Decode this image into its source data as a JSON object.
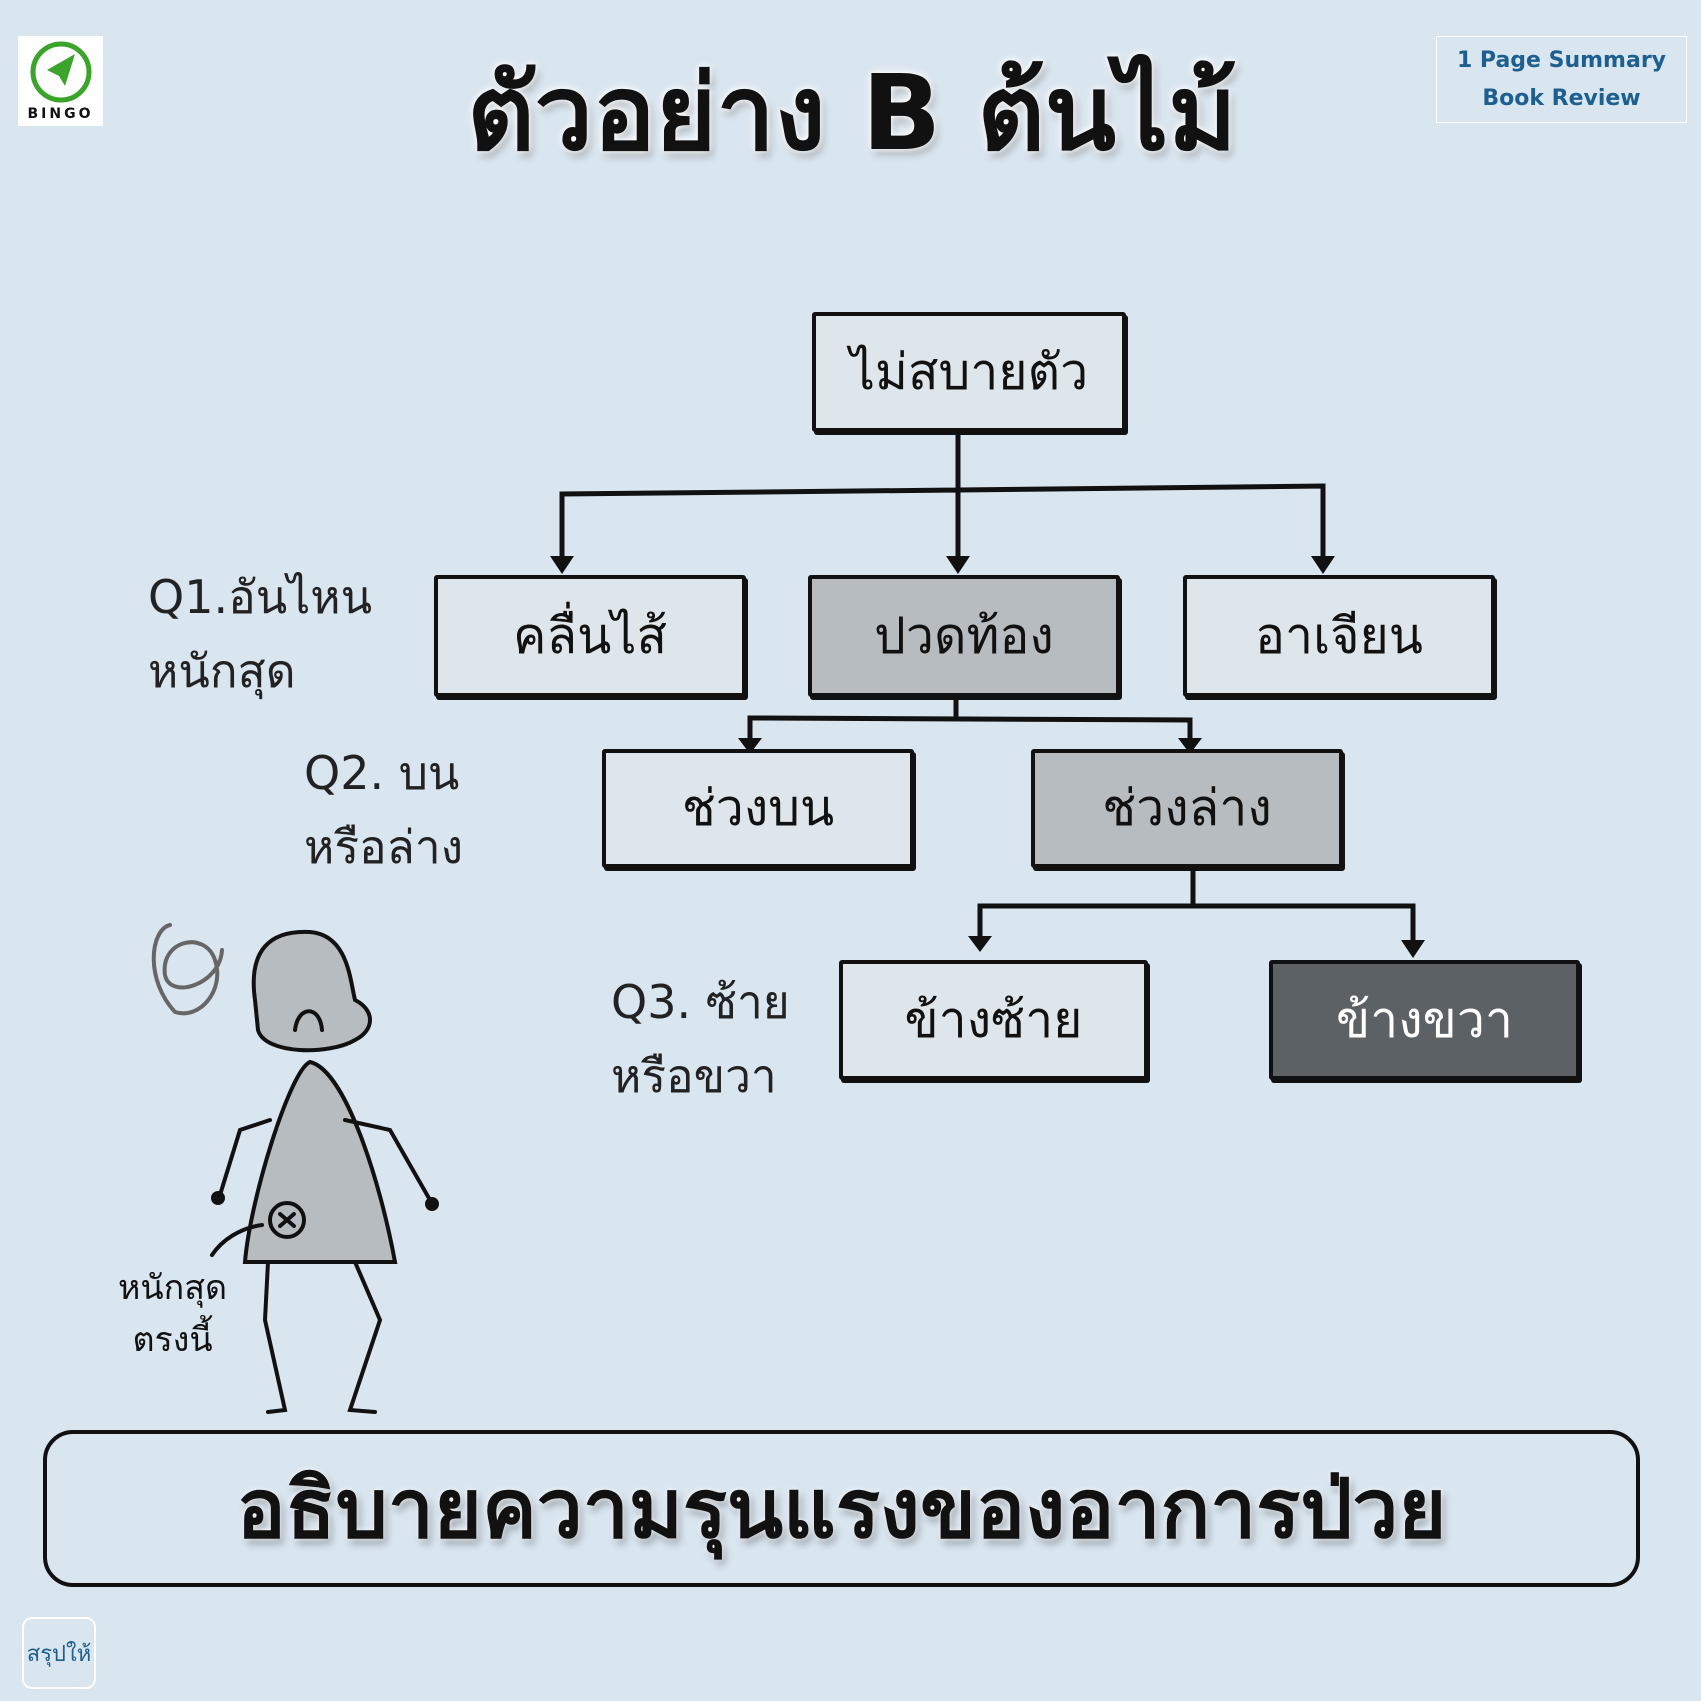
{
  "logo": {
    "text": "BINGO"
  },
  "title": "ตัวอย่าง B ต้นไม้",
  "badge": {
    "line1": "1 Page Summary",
    "line2": "Book Review"
  },
  "tree": {
    "root": "ไม่สบายตัว",
    "level1": [
      "คลื่นไส้",
      "ปวดท้อง",
      "อาเจียน"
    ],
    "level2": [
      "ช่วงบน",
      "ช่วงล่าง"
    ],
    "level3": [
      "ข้างซ้าย",
      "ข้างขวา"
    ]
  },
  "questions": {
    "q1": {
      "line1": "Q1.อันไหน",
      "line2": "หนักสุด"
    },
    "q2": {
      "line1": "Q2. บน",
      "line2": "หรือล่าง"
    },
    "q3": {
      "line1": "Q3. ซ้าย",
      "line2": "หรือขวา"
    }
  },
  "figure_note": {
    "line1": "หนักสุด",
    "line2": "ตรงนี้"
  },
  "caption": "อธิบายความรุนแรงของอาการป่วย",
  "summarize_button": "สรุปให้"
}
